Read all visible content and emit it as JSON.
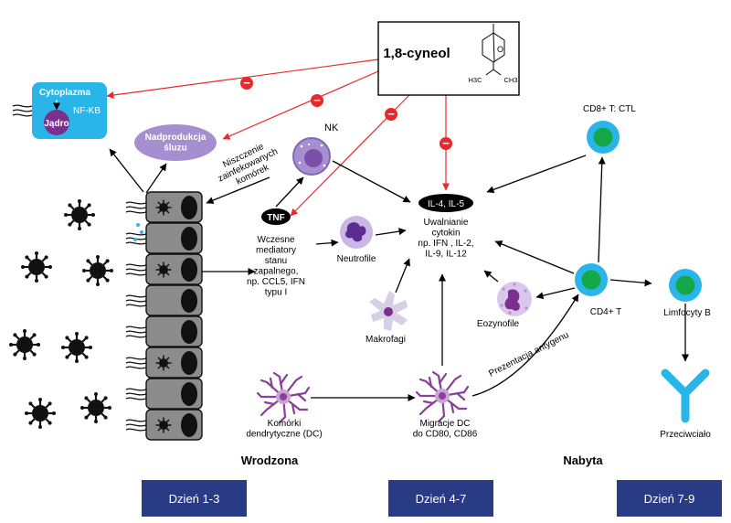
{
  "compound": "1,8-cyneol",
  "chem": {
    "ch3_left": "H3C",
    "ch3_right": "CH3",
    "oxygen": "O"
  },
  "cell_box": {
    "cytoplasm": "Cytoplazma",
    "nucleus": "Jądro",
    "nfkb": "NF-KB"
  },
  "mucus": "Nadprodukcja\nśluzu",
  "nk": "NK",
  "nk_killing": "Niszczenie\nzainfekowanych\nkomórek",
  "tnf": "TNF",
  "early_mediators": "Wczesne\nmediatory\nstanu\nzapalnego,\nnp. CCL5, IFN\ntypu I",
  "neutrophils": "Neutrofile",
  "il_badge": "IL-4, IL-5",
  "cytokines": "Uwalnianie\ncytokin\nnp. IFN , IL-2,\nIL-9, IL-12",
  "macrophages": "Makrofagi",
  "eosinophils": "Eozynofile",
  "cd8": "CD8+ T: CTL",
  "cd4": "CD4+ T",
  "bcells": "Limfocyty B",
  "antibody": "Przeciwciało",
  "dc": "Komórki\ndendrytyczne (DC)",
  "dc_migration": "Migracje DC\ndo CD80, CD86",
  "antigen_presentation": "Prezentacja antygenu",
  "innate": "Wrodzona",
  "adaptive": "Nabyta",
  "days": [
    "Dzień 1-3",
    "Dzień 4-7",
    "Dzień 7-9"
  ],
  "inhibit_symbol": "−",
  "colors": {
    "cyan": "#29b5e8",
    "purple": "#8a3f98",
    "lilac": "#a58fd0",
    "red": "#e8282d",
    "navy": "#2a3b85",
    "green": "#15a84a",
    "gray": "#8c8c8c"
  }
}
